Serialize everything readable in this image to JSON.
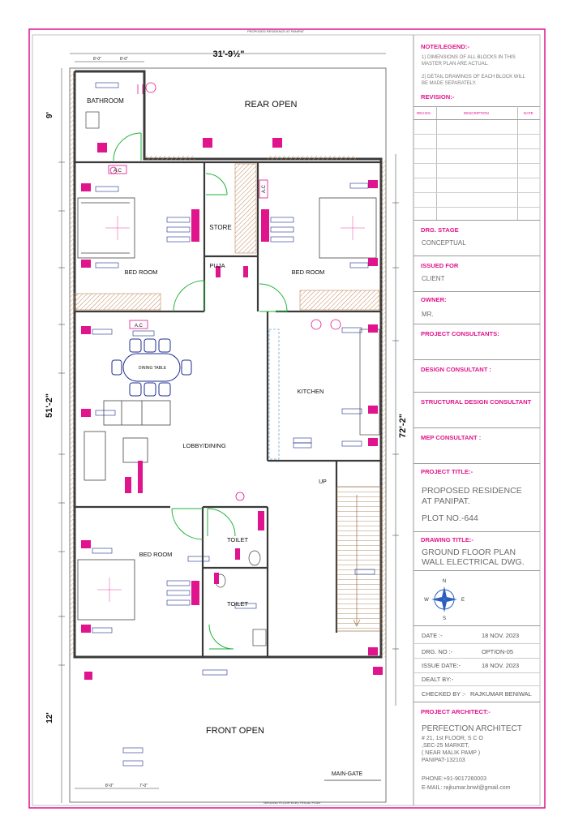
{
  "header": {
    "top_note": "PROPOSED RESIDENCE AT PANIPAT",
    "bottom_note": "GROUND FLOOR ELECTRICAL PLAN"
  },
  "plan": {
    "overall_width": "31'-9½\"",
    "left_depth": "51'-2\"",
    "right_depth": "72'-2\"",
    "rear_setback": "9'",
    "front_setback": "12'",
    "top_dims": [
      "8'-0\"",
      "8'-0\""
    ],
    "bottom_dims": [
      "8'-0\"",
      "7'-0\""
    ],
    "rooms": {
      "rear_open": "REAR OPEN",
      "bathroom": "BATHROOM",
      "bed_room_left": "BED ROOM",
      "bed_room_right": "BED ROOM",
      "store": "STORE",
      "puja": "PUJA",
      "dining_table": "DINING TABLE",
      "kitchen": "KITCHEN",
      "lobby_dining": "LOBBY/DINING",
      "up": "UP",
      "bed_room_front": "BED ROOM",
      "toilet_1": "TOILET",
      "toilet_2": "TOILET",
      "front_open": "FRONT OPEN",
      "main_gate": "MAIN-GATE",
      "ac": "A.C"
    }
  },
  "title_block": {
    "note_head": "NOTE/LEGEND:-",
    "note_1": "1) DIMENSIONS OF ALL BLOCKS IN THIS MASTER PLAN ARE ACTUAL.",
    "note_2": "2) DETAIL DRAWINGS OF EACH BLOCK WILL BE MADE SEPARATELY.",
    "revision_head": "REVISION:-",
    "rev_cols": [
      "REV.NO.",
      "DESCRIPTION",
      "DATE"
    ],
    "drg_stage_head": "DRG. STAGE",
    "drg_stage": "CONCEPTUAL",
    "issued_for_head": "ISSUED FOR",
    "issued_for": "CLIENT",
    "owner_head": "OWNER:",
    "owner": "MR.",
    "project_consultants": "PROJECT CONSULTANTS:",
    "design_consultant": "DESIGN CONSULTANT :",
    "structural_consultant": "STRUCTURAL DESIGN CONSULTANT",
    "mep_consultant": "MEP CONSULTANT :",
    "project_title_head": "PROJECT TITLE:-",
    "project_title_1": "PROPOSED RESIDENCE",
    "project_title_2": "AT PANIPAT.",
    "plot_no": "PLOT NO.-644",
    "drawing_title_head": "DRAWING TITLE:-",
    "drawing_title_1": "GROUND FLOOR PLAN",
    "drawing_title_2": "WALL ELECTRICAL DWG.",
    "compass": {
      "n": "N",
      "e": "E",
      "w": "W",
      "s": "S"
    },
    "date_label": "DATE :-",
    "date": "18 NOV. 2023",
    "drg_no_label": "DRG. NO :-",
    "drg_no": "OPTION-05",
    "issue_date_label": "ISSUE DATE:-",
    "issue_date": "18 NOV. 2023",
    "dealt_by_label": "DEALT BY:-",
    "checked_by_label": "CHECKED BY :-",
    "checked_by": "RAJKUMAR BENIWAL",
    "architect_head": "PROJECT ARCHITECT:-",
    "architect_name": "PERFECTION ARCHITECT",
    "addr_1": "# 21, 1st FLOOR, S C O",
    "addr_2": ",SEC-25 MARKET,",
    "addr_3": "( NEAR MALIK PAMP )",
    "addr_4": "PANIPAT-132103",
    "phone": "PHONE:+91-9017260003",
    "email": "E-MAIL: rajkumar.bnwl@gmail.com"
  },
  "colors": {
    "accent": "#e0148c",
    "wall": "#3a3a3a",
    "hatch": "#c0895a",
    "compass": "#2a5fbf"
  }
}
